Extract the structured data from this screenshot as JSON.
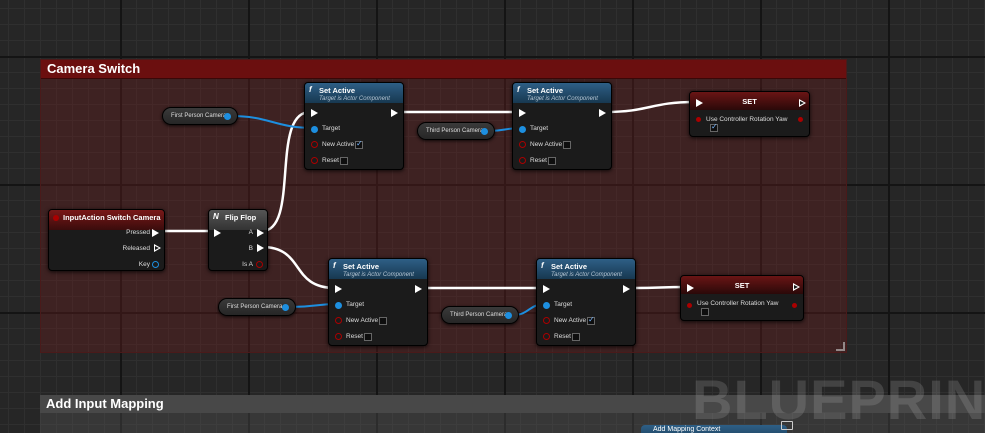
{
  "comments": {
    "camera_switch": "Camera Switch",
    "add_input_mapping": "Add Input Mapping"
  },
  "input_action": {
    "title": "InputAction Switch Camera",
    "pressed": "Pressed",
    "released": "Released",
    "key": "Key"
  },
  "flip_flop": {
    "title": "Flip Flop",
    "a": "A",
    "b": "B",
    "is_a": "Is A"
  },
  "set_active_1": {
    "title": "Set Active",
    "subtitle": "Target is Actor Component",
    "target": "Target",
    "new_active": "New Active",
    "reset": "Reset",
    "new_active_checked": true
  },
  "set_active_2": {
    "title": "Set Active",
    "subtitle": "Target is Actor Component",
    "target": "Target",
    "new_active": "New Active",
    "reset": "Reset",
    "new_active_checked": false
  },
  "set_active_3": {
    "title": "Set Active",
    "subtitle": "Target is Actor Component",
    "target": "Target",
    "new_active": "New Active",
    "reset": "Reset",
    "new_active_checked": false
  },
  "set_active_4": {
    "title": "Set Active",
    "subtitle": "Target is Actor Component",
    "target": "Target",
    "new_active": "New Active",
    "reset": "Reset",
    "new_active_checked": true
  },
  "set_top": {
    "title": "SET",
    "property": "Use Controller Rotation Yaw",
    "checked": true
  },
  "set_bottom": {
    "title": "SET",
    "property": "Use Controller Rotation Yaw",
    "checked": false
  },
  "vars": {
    "first_person_top": "First Person Camera",
    "third_person_top": "Third Person Camera",
    "first_person_bottom": "First Person Camera",
    "third_person_bottom": "Third Person Camera"
  },
  "add_mapping_context": "Add Mapping Context",
  "watermark": "BLUEPRINT",
  "colors": {
    "exec_wire": "#ffffff",
    "object_wire": "#1d8fe0",
    "comment_header": "#6b0f0f",
    "function_header": "#2e5f86"
  }
}
